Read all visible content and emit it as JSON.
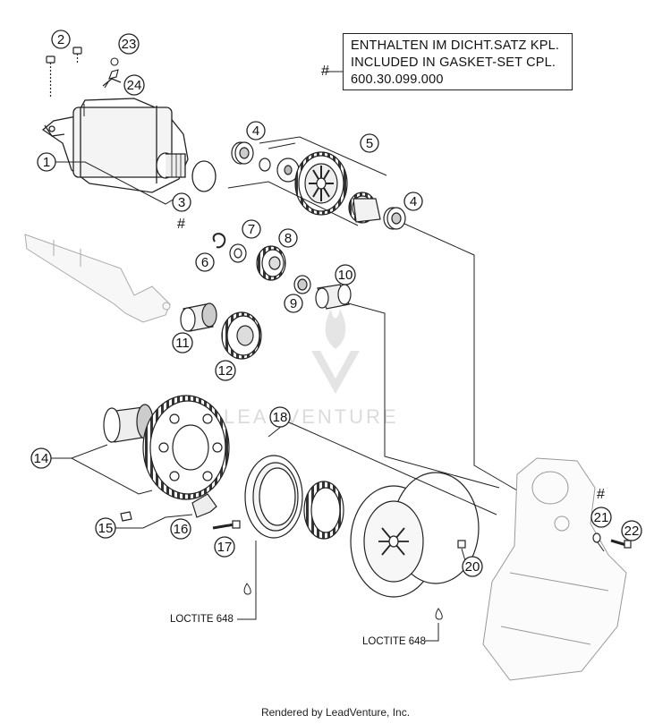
{
  "note": {
    "line1": "ENTHALTEN IM DICHT.SATZ KPL.",
    "line2": "INCLUDED IN GASKET-SET CPL.",
    "line3": "600.30.099.000"
  },
  "hash_symbol": "#",
  "callouts": [
    {
      "id": "1",
      "label": "1"
    },
    {
      "id": "2",
      "label": "2"
    },
    {
      "id": "3",
      "label": "3"
    },
    {
      "id": "4a",
      "label": "4"
    },
    {
      "id": "4b",
      "label": "4"
    },
    {
      "id": "5",
      "label": "5"
    },
    {
      "id": "6",
      "label": "6"
    },
    {
      "id": "7",
      "label": "7"
    },
    {
      "id": "8",
      "label": "8"
    },
    {
      "id": "9",
      "label": "9"
    },
    {
      "id": "10",
      "label": "10"
    },
    {
      "id": "11",
      "label": "11"
    },
    {
      "id": "12",
      "label": "12"
    },
    {
      "id": "14",
      "label": "14"
    },
    {
      "id": "15",
      "label": "15"
    },
    {
      "id": "16",
      "label": "16"
    },
    {
      "id": "17",
      "label": "17"
    },
    {
      "id": "18",
      "label": "18"
    },
    {
      "id": "20",
      "label": "20"
    },
    {
      "id": "21",
      "label": "21"
    },
    {
      "id": "22",
      "label": "22"
    },
    {
      "id": "23",
      "label": "23"
    },
    {
      "id": "24",
      "label": "24"
    }
  ],
  "loctite_labels": [
    "LOCTITE 648",
    "LOCTITE 648"
  ],
  "watermark": "LEADVENTURE",
  "footer": "Rendered by LeadVenture, Inc."
}
